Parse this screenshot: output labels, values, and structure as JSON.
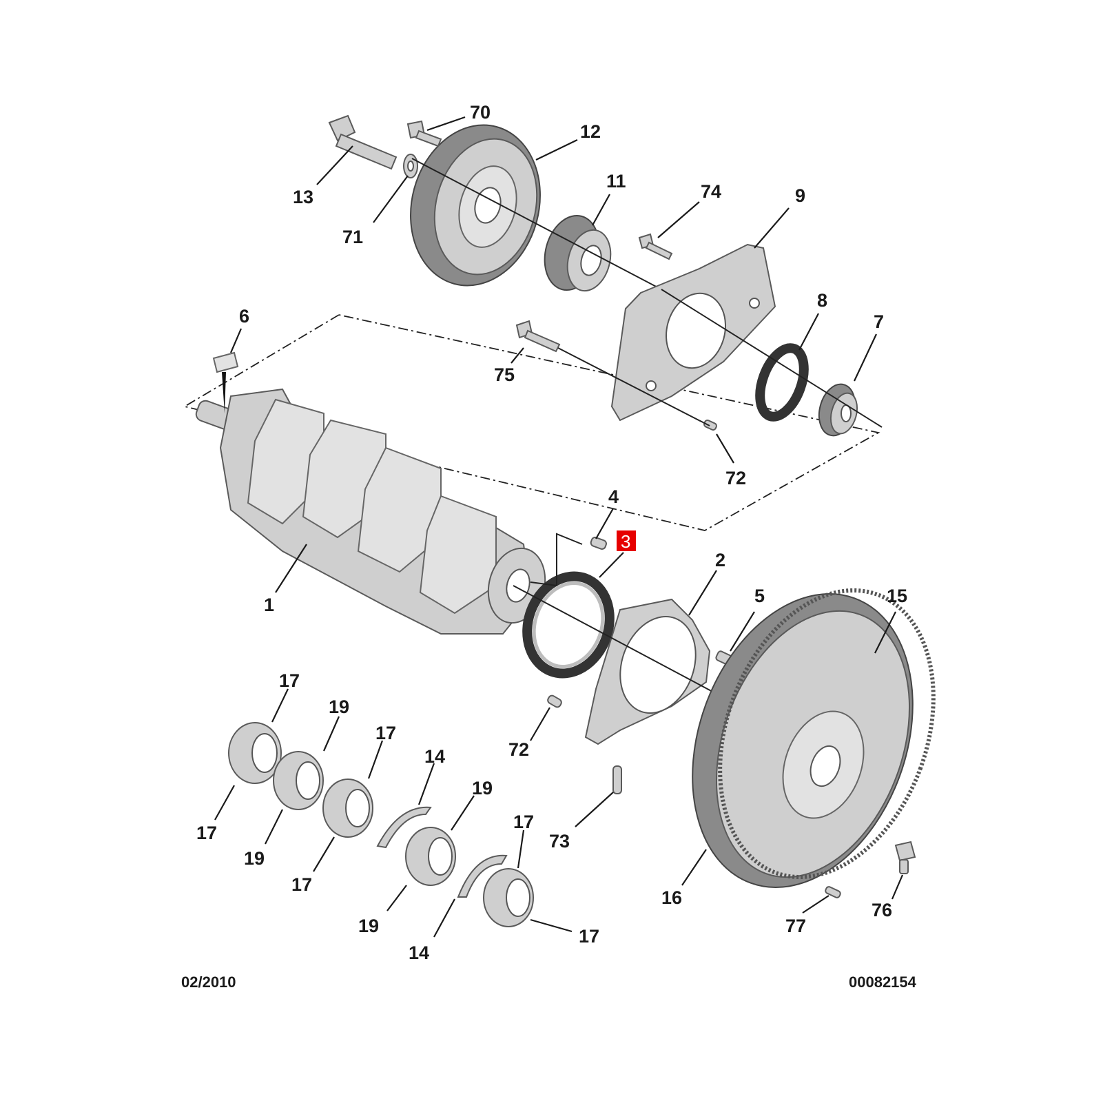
{
  "diagram": {
    "highlight_color": "#e60000",
    "callouts": {
      "c70": "70",
      "c12": "12",
      "c13": "13",
      "c71": "71",
      "c11": "11",
      "c74": "74",
      "c9": "9",
      "c6": "6",
      "c8": "8",
      "c7": "7",
      "c75": "75",
      "c72a": "72",
      "c4": "4",
      "c3": "3",
      "c2": "2",
      "c5": "5",
      "c15": "15",
      "c1": "1",
      "c72b": "72",
      "c73": "73",
      "c16": "16",
      "c76": "76",
      "c77": "77",
      "c17a": "17",
      "c19a": "19",
      "c17b": "17",
      "c14a": "14",
      "c19b": "19",
      "c17c": "17",
      "c17d": "17",
      "c19c": "19",
      "c17e": "17",
      "c19d": "19",
      "c14b": "14",
      "c17f": "17"
    },
    "footer": {
      "date": "02/2010",
      "reference": "00082154"
    }
  }
}
